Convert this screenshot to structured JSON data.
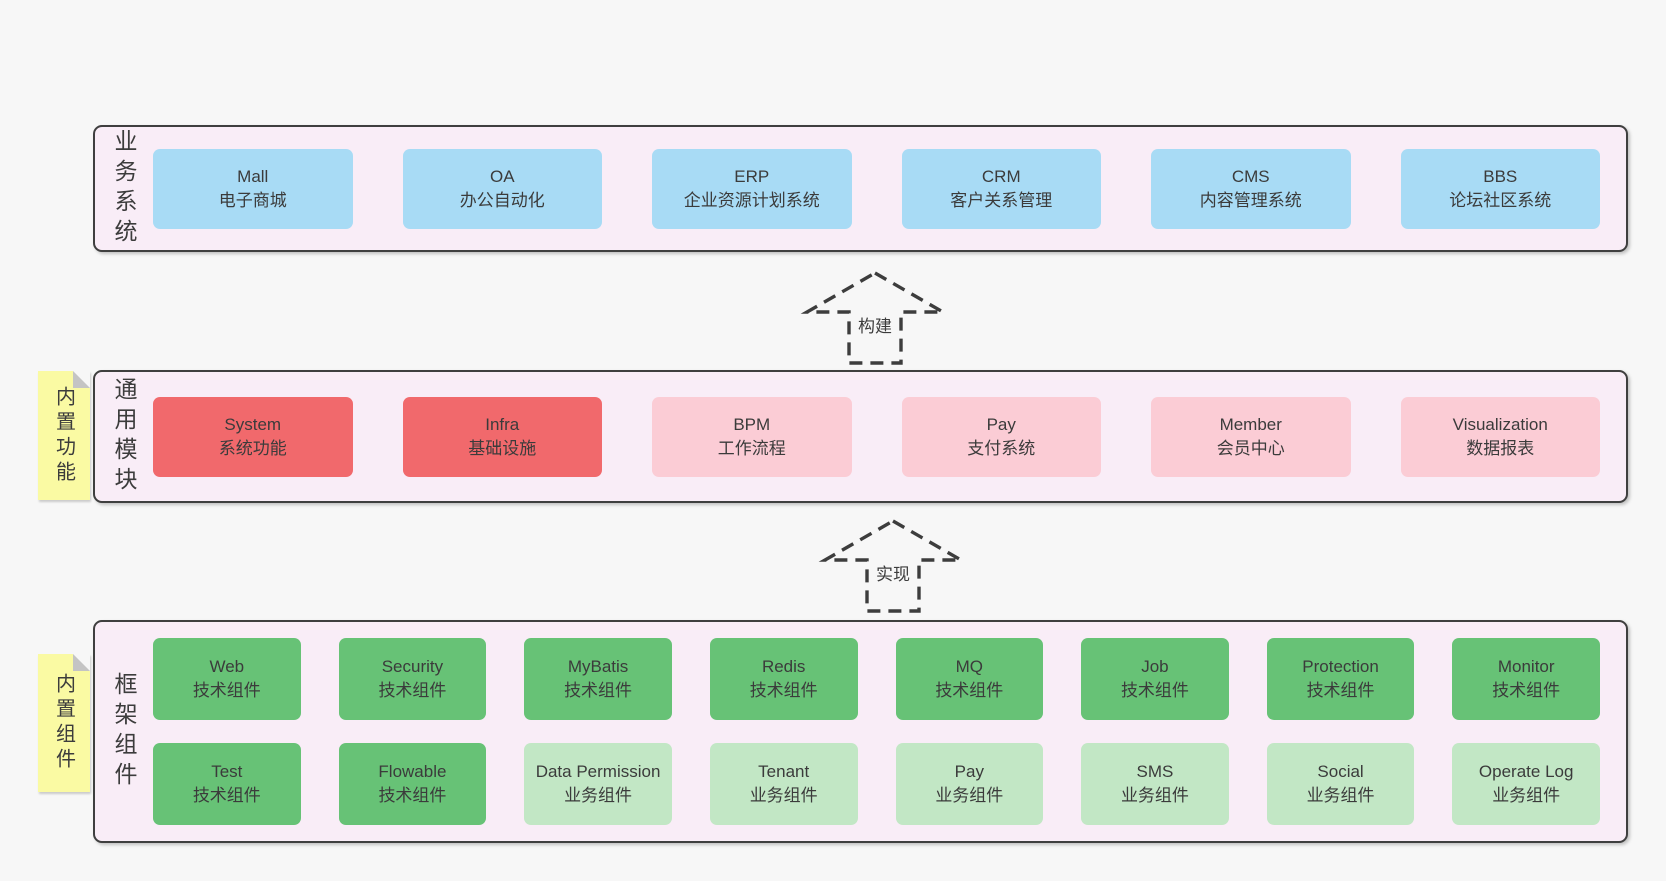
{
  "colors": {
    "page_background": "#f7f7f7",
    "panel_background": "#f9edf7",
    "panel_border": "#3f3f3f",
    "business_box": "#a8dbf5",
    "core_module_box": "#f1696c",
    "optional_module_box": "#fbccd5",
    "tech_component_box": "#67c276",
    "biz_component_box": "#c2e7c5",
    "sticky_note": "#fafaa3",
    "text": "#3b3b3b"
  },
  "sections": {
    "business": {
      "side_label": "业务系统",
      "boxes": [
        {
          "title": "Mall",
          "subtitle": "电子商城",
          "variant": "blue"
        },
        {
          "title": "OA",
          "subtitle": "办公自动化",
          "variant": "blue"
        },
        {
          "title": "ERP",
          "subtitle": "企业资源计划系统",
          "variant": "blue"
        },
        {
          "title": "CRM",
          "subtitle": "客户关系管理",
          "variant": "blue"
        },
        {
          "title": "CMS",
          "subtitle": "内容管理系统",
          "variant": "blue"
        },
        {
          "title": "BBS",
          "subtitle": "论坛社区系统",
          "variant": "blue"
        }
      ]
    },
    "modules": {
      "side_label": "通用模块",
      "sticky_label": "内置功能",
      "boxes": [
        {
          "title": "System",
          "subtitle": "系统功能",
          "variant": "red"
        },
        {
          "title": "Infra",
          "subtitle": "基础设施",
          "variant": "red"
        },
        {
          "title": "BPM",
          "subtitle": "工作流程",
          "variant": "pink"
        },
        {
          "title": "Pay",
          "subtitle": "支付系统",
          "variant": "pink"
        },
        {
          "title": "Member",
          "subtitle": "会员中心",
          "variant": "pink"
        },
        {
          "title": "Visualization",
          "subtitle": "数据报表",
          "variant": "pink"
        }
      ]
    },
    "components": {
      "side_label": "框架组件",
      "sticky_label": "内置组件",
      "boxes": [
        {
          "title": "Web",
          "subtitle": "技术组件",
          "variant": "tech"
        },
        {
          "title": "Security",
          "subtitle": "技术组件",
          "variant": "tech"
        },
        {
          "title": "MyBatis",
          "subtitle": "技术组件",
          "variant": "tech"
        },
        {
          "title": "Redis",
          "subtitle": "技术组件",
          "variant": "tech"
        },
        {
          "title": "MQ",
          "subtitle": "技术组件",
          "variant": "tech"
        },
        {
          "title": "Job",
          "subtitle": "技术组件",
          "variant": "tech"
        },
        {
          "title": "Protection",
          "subtitle": "技术组件",
          "variant": "tech"
        },
        {
          "title": "Monitor",
          "subtitle": "技术组件",
          "variant": "tech"
        },
        {
          "title": "Test",
          "subtitle": "技术组件",
          "variant": "tech"
        },
        {
          "title": "Flowable",
          "subtitle": "技术组件",
          "variant": "tech"
        },
        {
          "title": "Data Permission",
          "subtitle": "业务组件",
          "variant": "biz"
        },
        {
          "title": "Tenant",
          "subtitle": "业务组件",
          "variant": "biz"
        },
        {
          "title": "Pay",
          "subtitle": "业务组件",
          "variant": "biz"
        },
        {
          "title": "SMS",
          "subtitle": "业务组件",
          "variant": "biz"
        },
        {
          "title": "Social",
          "subtitle": "业务组件",
          "variant": "biz"
        },
        {
          "title": "Operate Log",
          "subtitle": "业务组件",
          "variant": "biz"
        }
      ]
    }
  },
  "arrows": [
    {
      "label": "构建"
    },
    {
      "label": "实现"
    }
  ]
}
